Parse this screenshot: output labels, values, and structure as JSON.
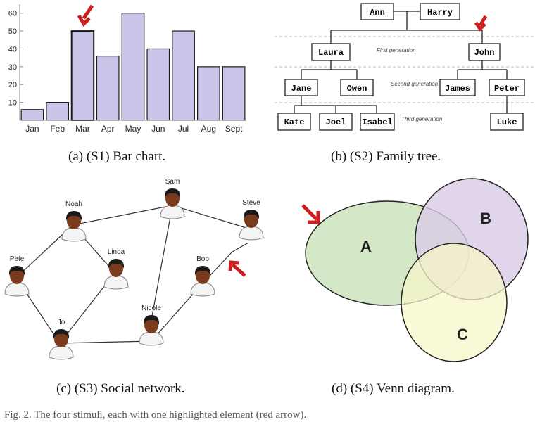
{
  "chart_data": {
    "type": "bar",
    "categories": [
      "Jan",
      "Feb",
      "Mar",
      "Apr",
      "May",
      "Jun",
      "Jul",
      "Aug",
      "Sept"
    ],
    "values": [
      6,
      10,
      50,
      36,
      60,
      40,
      50,
      30,
      30
    ],
    "ylim": [
      0,
      65
    ],
    "yticks": [
      10,
      20,
      30,
      40,
      50,
      60
    ],
    "highlighted_category": "Mar",
    "bar_color": "#c9c6ea",
    "title": "",
    "xlabel": "",
    "ylabel": ""
  },
  "captions": {
    "a": "(a)  (S1) Bar chart.",
    "b": "(b)  (S2) Family tree.",
    "c": "(c)  (S3) Social network.",
    "d": "(d)  (S4) Venn diagram."
  },
  "figure_caption": "Fig. 2.  The four stimuli, each with one highlighted element (red arrow).",
  "family_tree": {
    "nodes": {
      "ann": "Ann",
      "harry": "Harry",
      "laura": "Laura",
      "john": "John",
      "jane": "Jane",
      "owen": "Owen",
      "james": "James",
      "peter": "Peter",
      "kate": "Kate",
      "joel": "Joel",
      "isabel": "Isabel",
      "luke": "Luke"
    },
    "generations": {
      "first": "First generation",
      "second": "Second generation",
      "third": "Third generation"
    }
  },
  "social_network": {
    "people": {
      "sam": "Sam",
      "steve": "Steve",
      "noah": "Noah",
      "linda": "Linda",
      "pete": "Pete",
      "bob": "Bob",
      "nicole": "Nicole",
      "jo": "Jo"
    }
  },
  "venn": {
    "sets": {
      "a": "A",
      "b": "B",
      "c": "C"
    },
    "colors": {
      "a": "#cfe6c2",
      "b": "#d9cbe6",
      "c": "#f7f6c9"
    }
  },
  "colors": {
    "arrow": "#cc1f1f"
  }
}
